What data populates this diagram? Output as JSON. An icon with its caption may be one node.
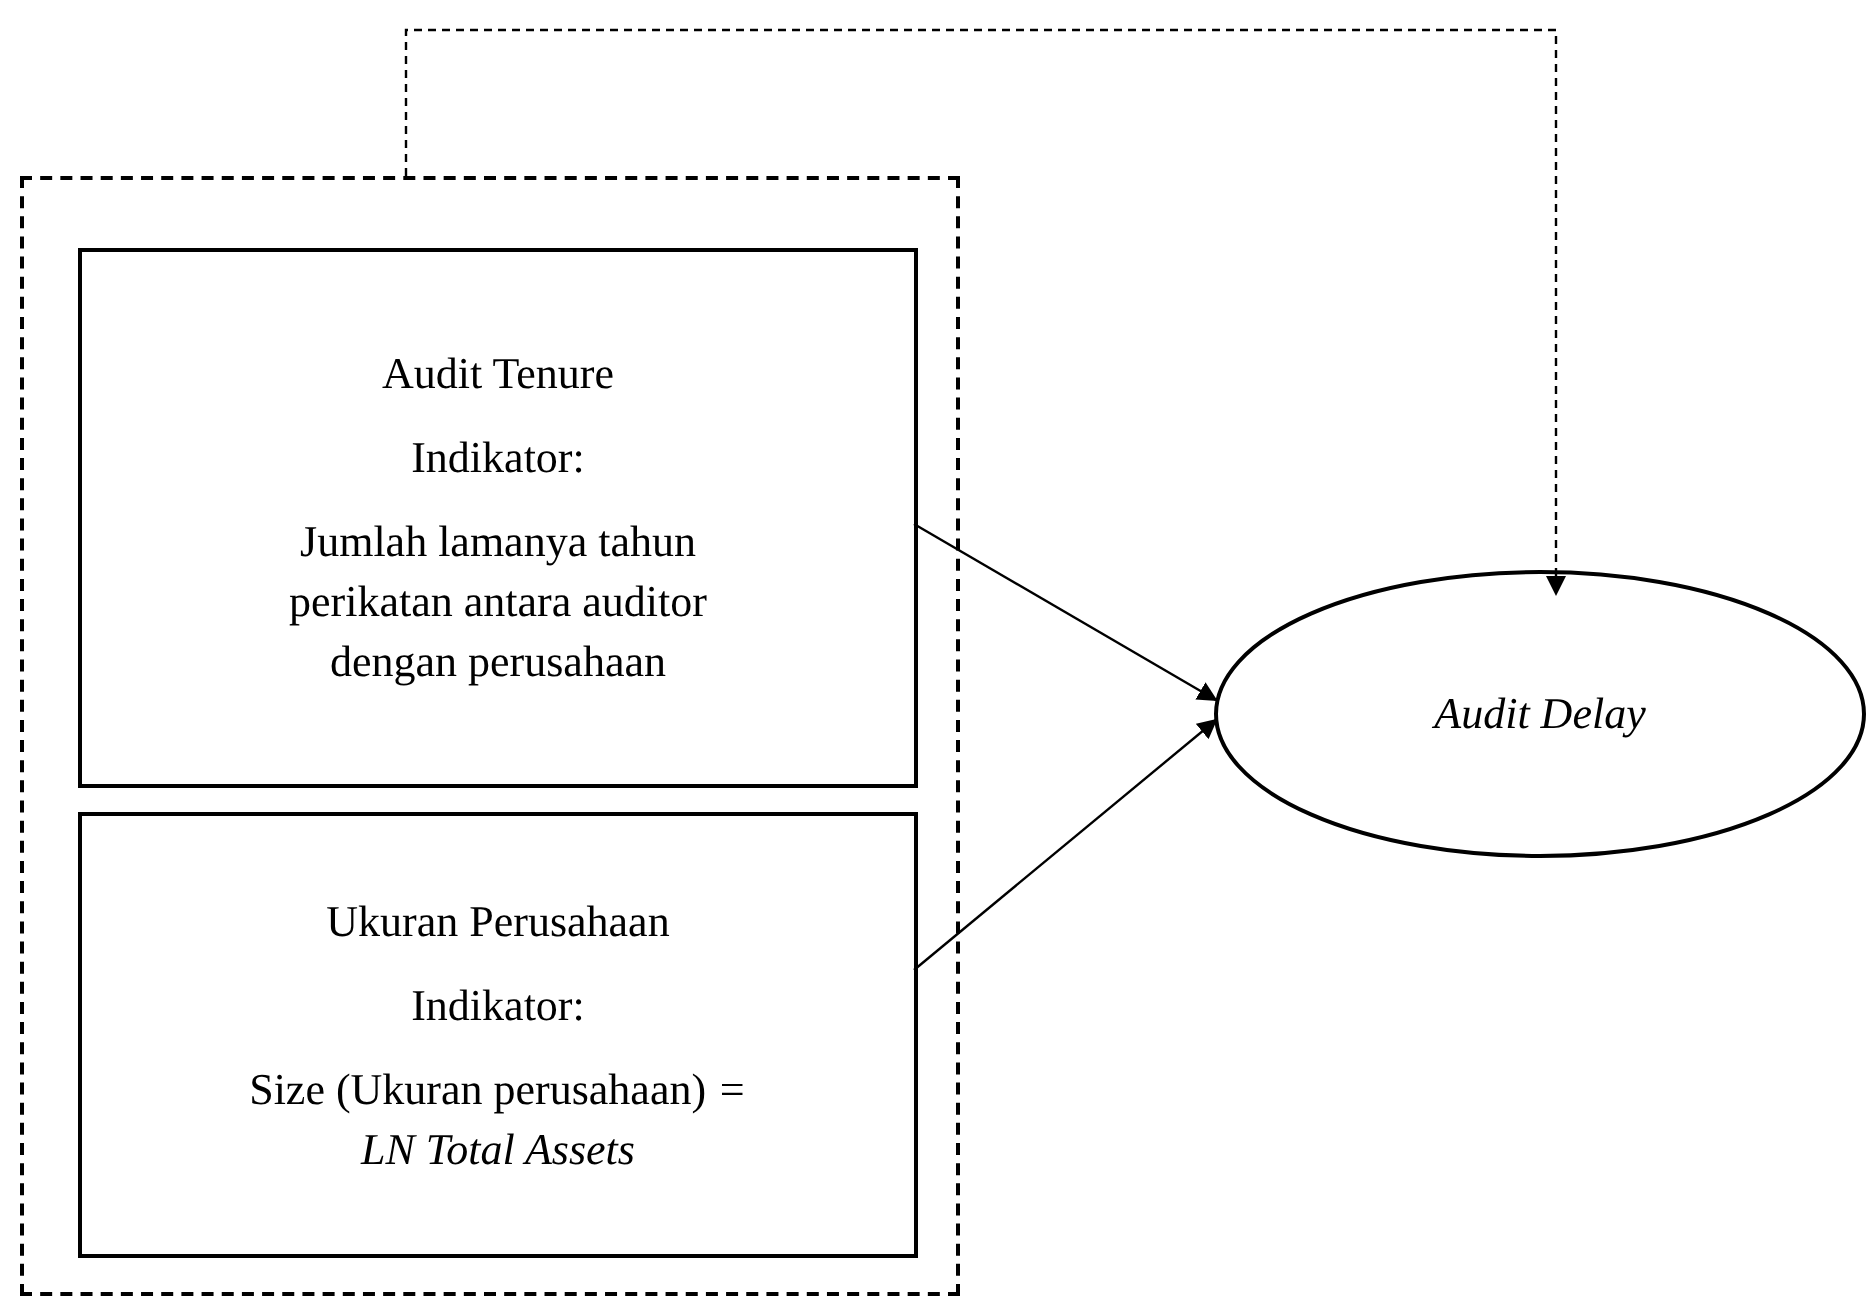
{
  "diagram": {
    "nodes": [
      {
        "text": [],
        "shape": "box"
      },
      {
        "text": [
          "Audit Tenure",
          "Indikator:",
          "Jumlah lamanya tahun perikatan antara auditor dengan perusahaan"
        ],
        "in": 0
      },
      {
        "text": [
          "Ukuran Perusahaan",
          "Indikator:",
          "Size (Ukuran perusahaan) *= LN Total Assets*"
        ],
        "in": 0
      },
      {
        "text": [
          "Audit Delay"
        ]
      }
    ],
    "edges": [
      {
        "from": 1,
        "to": 3,
        "arrow": "to"
      },
      {
        "from": 2,
        "to": 3,
        "arrow": "to"
      },
      {
        "from": 0,
        "to": 3,
        "arrow": "to",
        "style": "dashed"
      }
    ]
  }
}
